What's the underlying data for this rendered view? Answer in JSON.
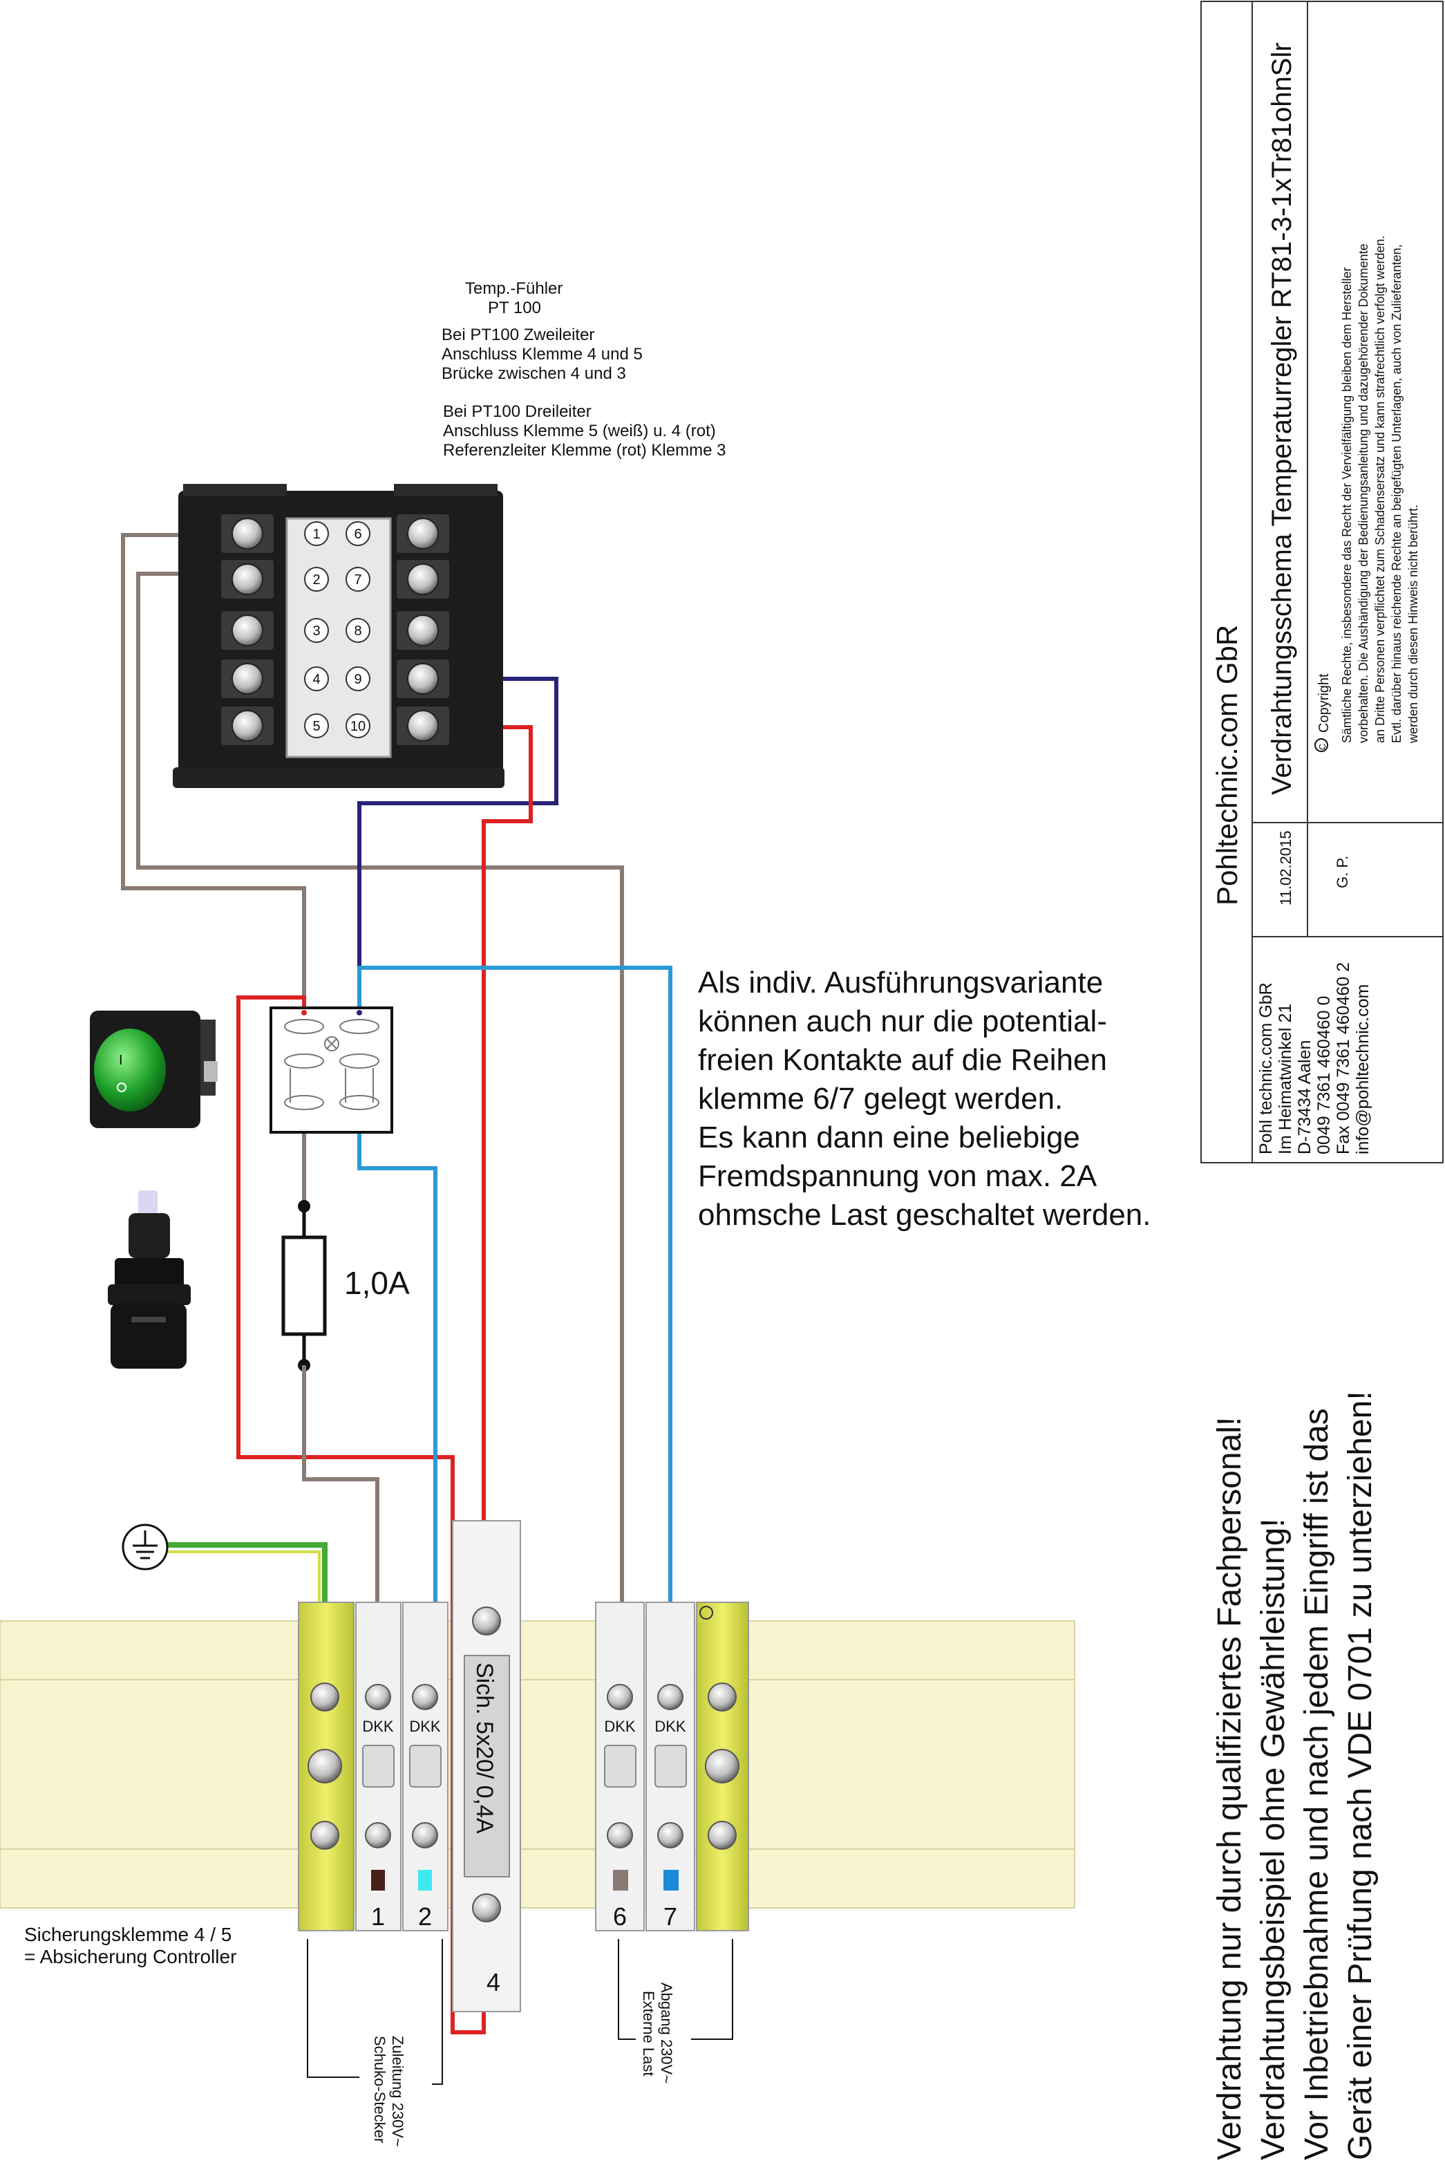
{
  "sensor": {
    "title": "Temp.-Fühler",
    "subtitle": "PT 100",
    "note1": [
      "Bei PT100 Zweileiter",
      "Anschluss Klemme 4 und 5",
      "Brücke zwischen 4 und 3"
    ],
    "note2": [
      "Bei PT100 Dreileiter",
      "Anschluss Klemme 5 (weiß) u. 4 (rot)",
      "Referenzleiter Klemme (rot) Klemme 3"
    ]
  },
  "controller": {
    "labels": [
      "1",
      "2",
      "3",
      "4",
      "5",
      "6",
      "7",
      "8",
      "9",
      "10"
    ]
  },
  "fuse_label": "1,0A",
  "variant_note": [
    "Als indiv. Ausführungsvariante",
    "können auch nur die potential-",
    "freien Kontakte auf die Reihen",
    "klemme 6/7 gelegt werden.",
    "Es kann dann eine beliebige",
    "Fremdspannung von max. 2A",
    "ohmsche Last geschaltet werden."
  ],
  "rail": {
    "terminal_label": "DKK",
    "fuse_terminal_text": "Sich. 5x20/ 0,4A",
    "numbers": [
      "1",
      "2",
      "4",
      "6",
      "7"
    ]
  },
  "annotations": {
    "fuse_note": [
      "Sicherungsklemme 4 / 5",
      "= Absicherung Controller"
    ],
    "supply": [
      "Zuleitung 230V~",
      "Schuko-Stecker"
    ],
    "outlet": [
      "Abgang 230V~",
      "Externe Last"
    ]
  },
  "warnings": [
    "Verdrahtung nur durch qualifiziertes Fachpersonal!",
    "Verdrahtungsbeispiel ohne Gewährleistung!",
    "Vor Inbetriebnahme und nach jedem Eingriff ist das",
    "Gerät einer Prüfung nach VDE 0701 zu unterziehen!"
  ],
  "title_block": {
    "company": "Pohltechnic.com GbR",
    "title": "Verdrahtungsschema Temperaturregler RT81-3-1xTr81ohnSlr",
    "date": "11.02.2015",
    "author": "G. P.",
    "copyright_label": "Copyright",
    "copyright_text": [
      "Sämtliche Rechte, insbesondere das Recht  der Vervielfältigung bleiben dem Hersteller",
      "vorbehalten. Die Aushändigung der Bedienungsanleitung und dazugehörender Dokumente",
      "an Dritte Personen verpflichtet zum Schadensersatz und kann strafrechtlich verfolgt werden.",
      "Evtl. darüber hinaus reichende Rechte an beigefügten Unterlagen, auch von Zulieferanten,",
      "werden durch diesen Hinweis nicht berührt."
    ],
    "address": [
      "Pohl technic.com GbR",
      "Im Heimatwinkel 21",
      "D-73434 Aalen",
      "0049 7361 460460 0",
      "Fax 0049 7361 460460 2",
      "info@pohltechnic.com"
    ]
  },
  "colors": {
    "red": "#dd2222",
    "blue": "#2a237a",
    "cyan": "#2a9ad6",
    "brown": "#8a7a74",
    "green": "#44aa33",
    "yellow": "#d6dc44",
    "rail": "#f7f4cf"
  }
}
